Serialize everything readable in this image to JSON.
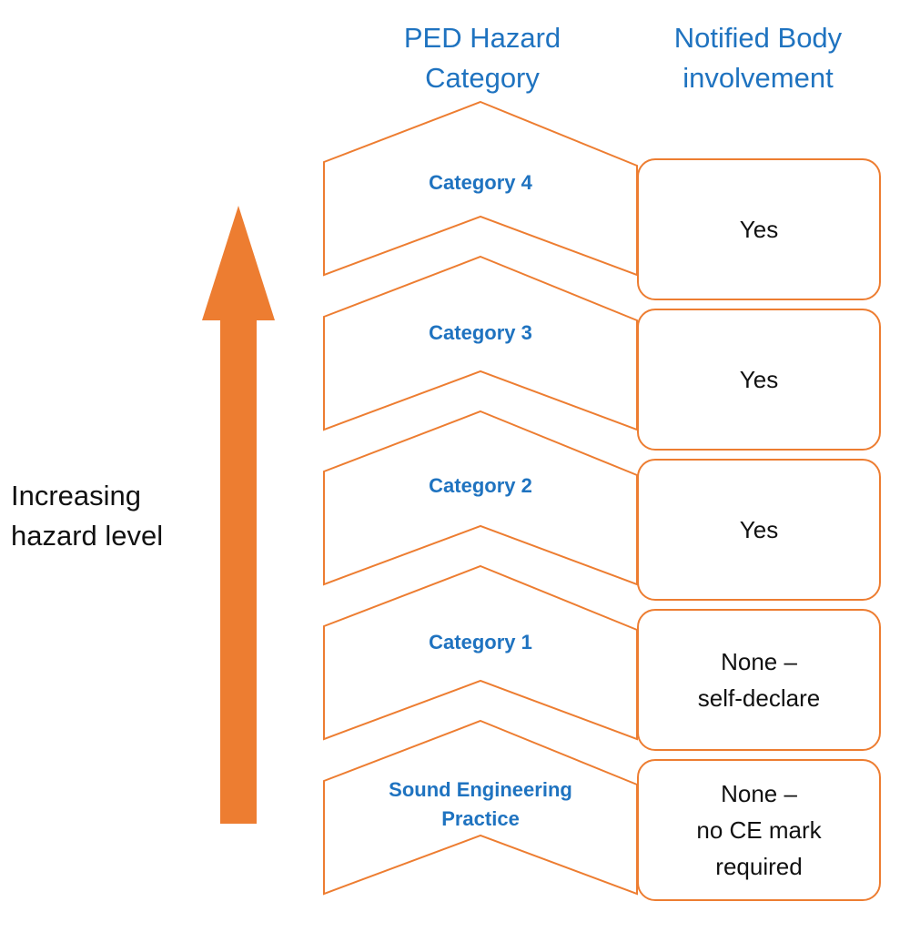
{
  "headers": {
    "hazard_category": [
      "PED Hazard",
      "Category"
    ],
    "notified_body": [
      "Notified Body",
      "involvement"
    ]
  },
  "side_label": [
    "Increasing",
    "hazard level"
  ],
  "colors": {
    "accent_orange": "#ed7d31",
    "text_blue": "#1f73c0",
    "text_dark": "#111111"
  },
  "rows": [
    {
      "category": [
        "Category 4"
      ],
      "involvement": [
        "Yes"
      ]
    },
    {
      "category": [
        "Category 3"
      ],
      "involvement": [
        "Yes"
      ]
    },
    {
      "category": [
        "Category 2"
      ],
      "involvement": [
        "Yes"
      ]
    },
    {
      "category": [
        "Category 1"
      ],
      "involvement": [
        "None –",
        "self-declare"
      ]
    },
    {
      "category": [
        "Sound Engineering",
        "Practice"
      ],
      "involvement": [
        "None –",
        "no CE mark",
        "required"
      ]
    }
  ]
}
